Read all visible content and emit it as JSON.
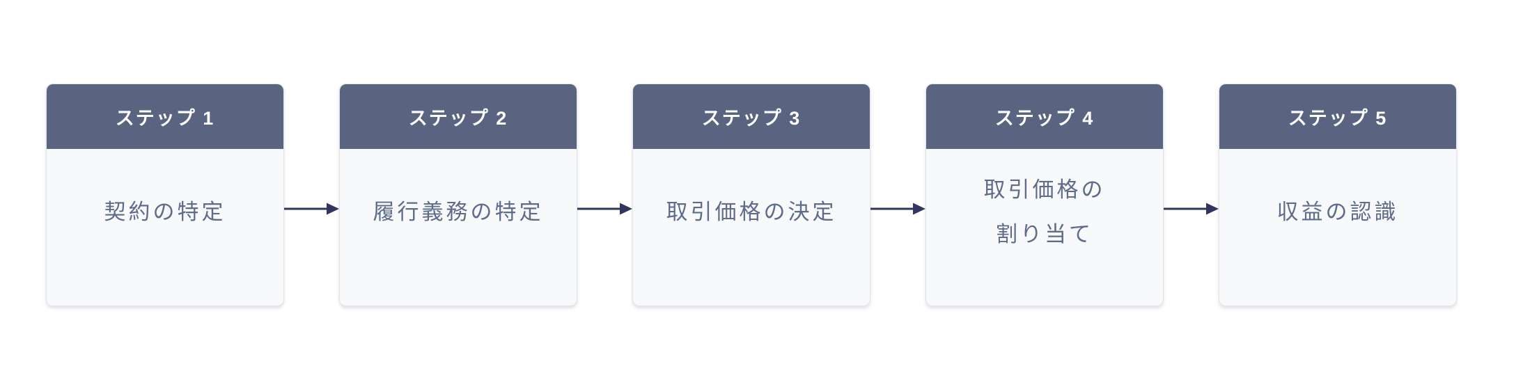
{
  "diagram": {
    "type": "flowchart",
    "direction": "left-to-right",
    "steps": [
      {
        "label": "ステップ 1",
        "text": "契約の特定"
      },
      {
        "label": "ステップ 2",
        "text": "履行義務の特定"
      },
      {
        "label": "ステップ 3",
        "text": "取引価格の決定"
      },
      {
        "label": "ステップ 4",
        "text": "取引価格の\n割り当て"
      },
      {
        "label": "ステップ 5",
        "text": "収益の認識"
      }
    ],
    "connector": {
      "icon": "right-arrow",
      "count": 4
    },
    "colors": {
      "header_bg": "#5a6480",
      "header_text": "#ffffff",
      "body_bg": "#f8f9fb",
      "body_text": "#5e6c8a",
      "arrow": "#32365e",
      "card_border": "#e2e4e9",
      "canvas_bg": "#ffffff"
    }
  }
}
